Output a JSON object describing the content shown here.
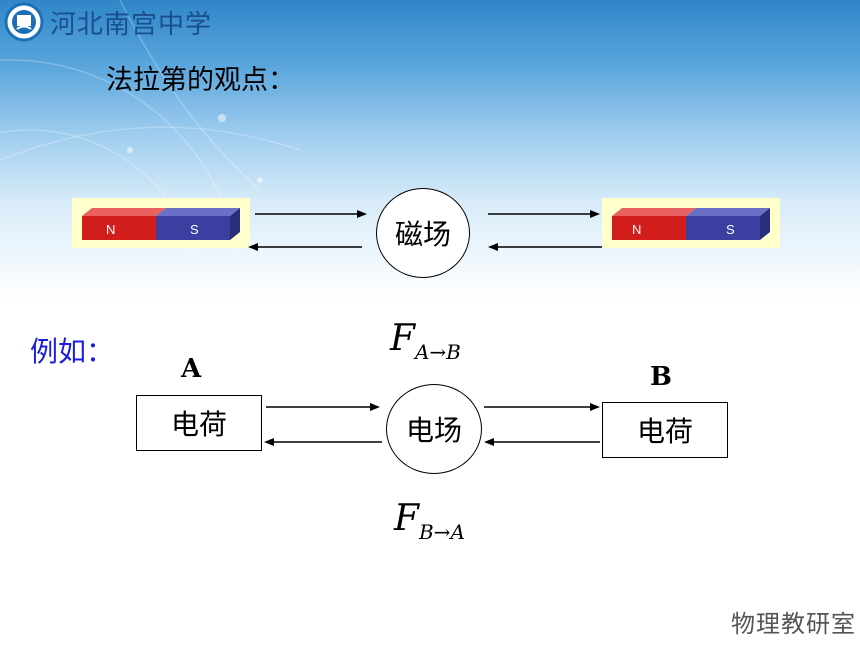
{
  "header": {
    "school_name": "河北南宫中学",
    "logo_icon": "school-logo-icon"
  },
  "slide": {
    "title": "法拉第的观点：",
    "field_magnetic": "磁场",
    "field_electric": "电场",
    "example_label": "例如：",
    "label_a": "A",
    "label_b": "B",
    "charge_a": "电荷",
    "charge_b": "电荷",
    "force_ab": {
      "main": "F",
      "sub": "A→B"
    },
    "force_ba": {
      "main": "F",
      "sub": "B→A"
    },
    "magnet_left": {
      "n": "N",
      "s": "S"
    },
    "magnet_right": {
      "n": "N",
      "s": "S"
    }
  },
  "footer": {
    "text": "物理教研室"
  },
  "colors": {
    "header_blue": "#2f86c8",
    "example_text": "#1d1de0",
    "magnet_n": "#d21d1d",
    "magnet_s": "#3b3fa0",
    "magnet_bg": "#ffffcc"
  }
}
